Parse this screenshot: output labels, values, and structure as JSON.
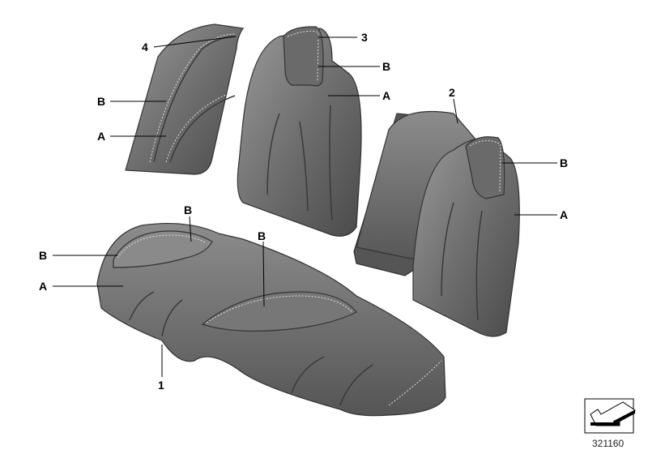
{
  "diagram": {
    "callouts": [
      {
        "text": "4",
        "part": "side-trim-panel"
      },
      {
        "text": "3",
        "part": "backrest-left"
      },
      {
        "text": "B",
        "part": "backrest-left"
      },
      {
        "text": "A",
        "part": "backrest-left"
      },
      {
        "text": "B",
        "part": "side-trim-panel"
      },
      {
        "text": "A",
        "part": "side-trim-panel"
      },
      {
        "text": "2",
        "part": "backrest-right"
      },
      {
        "text": "B",
        "part": "backrest-right"
      },
      {
        "text": "A",
        "part": "backrest-right"
      },
      {
        "text": "B",
        "part": "seat-cushion"
      },
      {
        "text": "B",
        "part": "seat-cushion"
      },
      {
        "text": "B",
        "part": "seat-cushion"
      },
      {
        "text": "A",
        "part": "seat-cushion"
      },
      {
        "text": "1",
        "part": "seat-cushion"
      }
    ],
    "diagram_id": "321160",
    "colors": {
      "leather": "#7a7a7a",
      "leather_dark": "#4e4e4e",
      "stitch": "#dddddd"
    }
  }
}
